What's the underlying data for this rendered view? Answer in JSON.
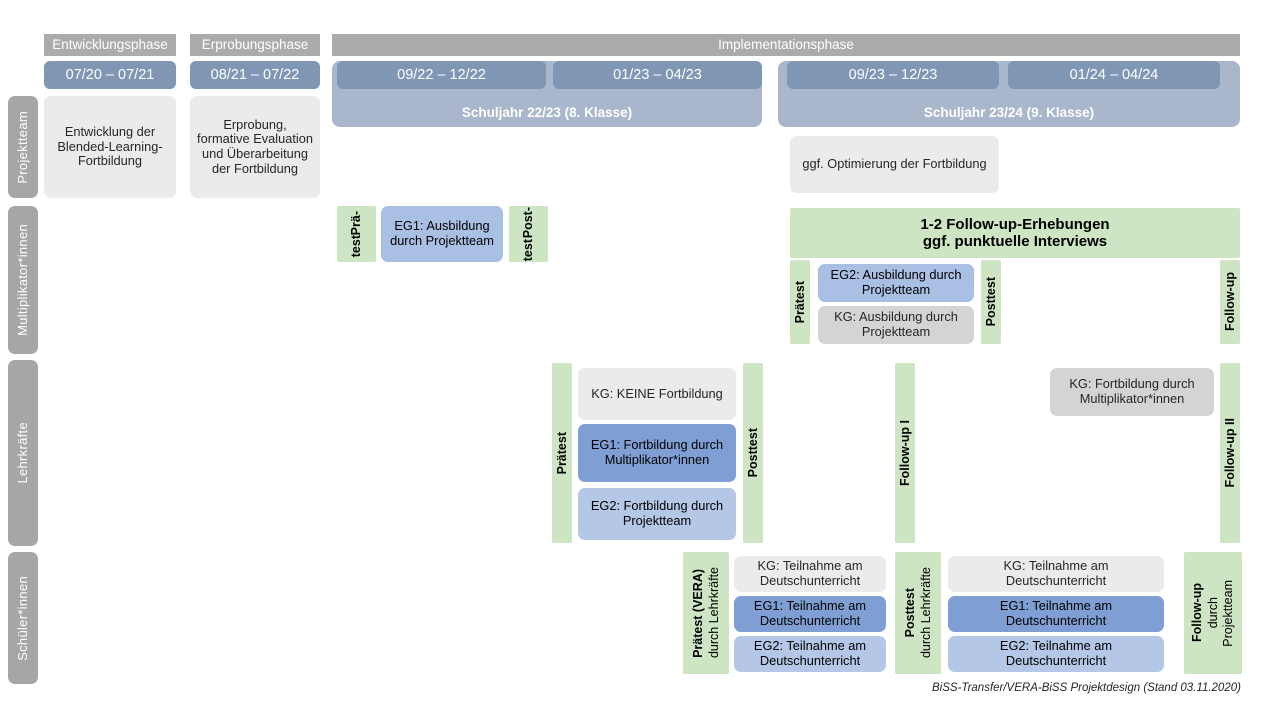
{
  "footer": {
    "text": "BiSS-Transfer/VERA-BiSS Projektdesign (Stand 03.11.2020)"
  },
  "colors": {
    "phase_grey": "#ABABAB",
    "date_blue": "#7F97B5",
    "schoolyear_blue": "#AAB6CC",
    "role_grey": "#A6A6A6",
    "card_grey": "#EBEBEB",
    "card_grey_dark": "#D4D4D4",
    "eg1_blue": "#7F9FD4",
    "eg2_blue": "#B4C7E7",
    "mult_blue": "#A9BFE3",
    "test_green": "#CEE5C3"
  },
  "phases": [
    {
      "label": "Entwicklungsphase"
    },
    {
      "label": "Erprobungsphase"
    },
    {
      "label": "Implementationsphase"
    }
  ],
  "dates": [
    {
      "label": "07/20 – 07/21"
    },
    {
      "label": "08/21 – 07/22"
    },
    {
      "label": "09/22 – 12/22"
    },
    {
      "label": "01/23 – 04/23"
    },
    {
      "label": "09/23 – 12/23"
    },
    {
      "label": "01/24 – 04/24"
    }
  ],
  "school_years": [
    {
      "label": "Schuljahr 22/23 (8. Klasse)"
    },
    {
      "label": "Schuljahr 23/24 (9. Klasse)"
    }
  ],
  "roles": [
    {
      "label": "Projektteam"
    },
    {
      "label": "Multiplikator*innen"
    },
    {
      "label": "Lehrkräfte"
    },
    {
      "label": "Schüler*innen"
    }
  ],
  "projektteam": {
    "entwicklung": "Entwicklung der Blended-Learning-Fortbildung",
    "erprobung": "Erprobung, formative Evaluation und Überarbeitung der Fortbildung",
    "optimierung": "ggf. Optimierung der Fortbildung"
  },
  "multiplikatoren": {
    "praetest_a": "Prä-",
    "praetest_b": "test",
    "posttest_a": "Post-",
    "posttest_b": "test",
    "eg1": "EG1: Ausbildung durch Projektteam",
    "followup_band_line1": "1-2 Follow-up-Erhebungen",
    "followup_band_line2": "ggf. punktuelle Interviews",
    "praetest2": "Prätest",
    "posttest2": "Posttest",
    "eg2": "EG2: Ausbildung durch Projektteam",
    "kg": "KG: Ausbildung durch Projektteam",
    "followup": "Follow-up"
  },
  "lehrkraefte": {
    "praetest": "Prätest",
    "posttest": "Posttest",
    "kg": "KG:  KEINE Fortbildung",
    "eg1": "EG1: Fortbildung durch Multiplikator*innen",
    "eg2": "EG2: Fortbildung durch Projektteam",
    "followup1": "Follow-up I",
    "followup2": "Follow-up II",
    "kg_fortbildung": "KG: Fortbildung durch Multiplikator*innen"
  },
  "schueler": {
    "praetest_main": "Prätest (VERA)",
    "praetest_sub": "durch Lehrkräfte",
    "posttest_main": "Posttest",
    "posttest_sub": "durch Lehrkräfte",
    "followup_main": "Follow-up",
    "followup_sub1": "durch",
    "followup_sub2": "Projektteam",
    "kg": "KG: Teilnahme am Deutschunterricht",
    "eg1": "EG1: Teilnahme am Deutschunterricht",
    "eg2": "EG2: Teilnahme am Deutschunterricht"
  }
}
